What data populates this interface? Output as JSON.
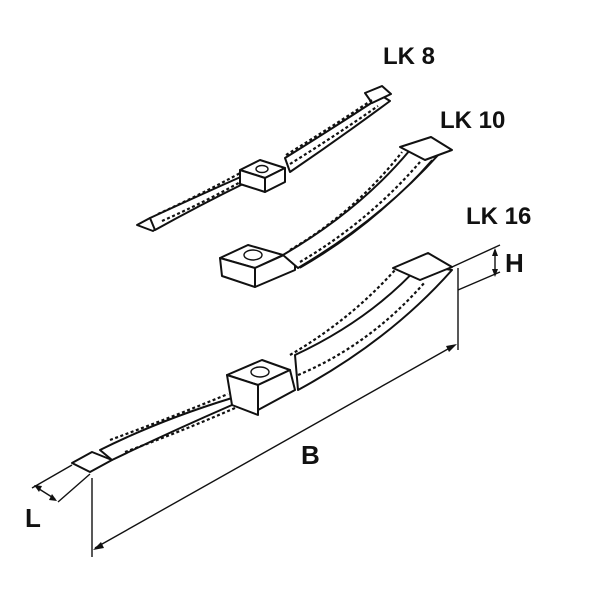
{
  "diagram": {
    "type": "technical-isometric-drawing",
    "background": "#ffffff",
    "line_color": "#111111",
    "parts": [
      {
        "id": "lk8",
        "label": "LK 8"
      },
      {
        "id": "lk10",
        "label": "LK 10"
      },
      {
        "id": "lk16",
        "label": "LK 16"
      }
    ],
    "dimensions": {
      "length": "L",
      "width": "B",
      "height": "H"
    }
  }
}
